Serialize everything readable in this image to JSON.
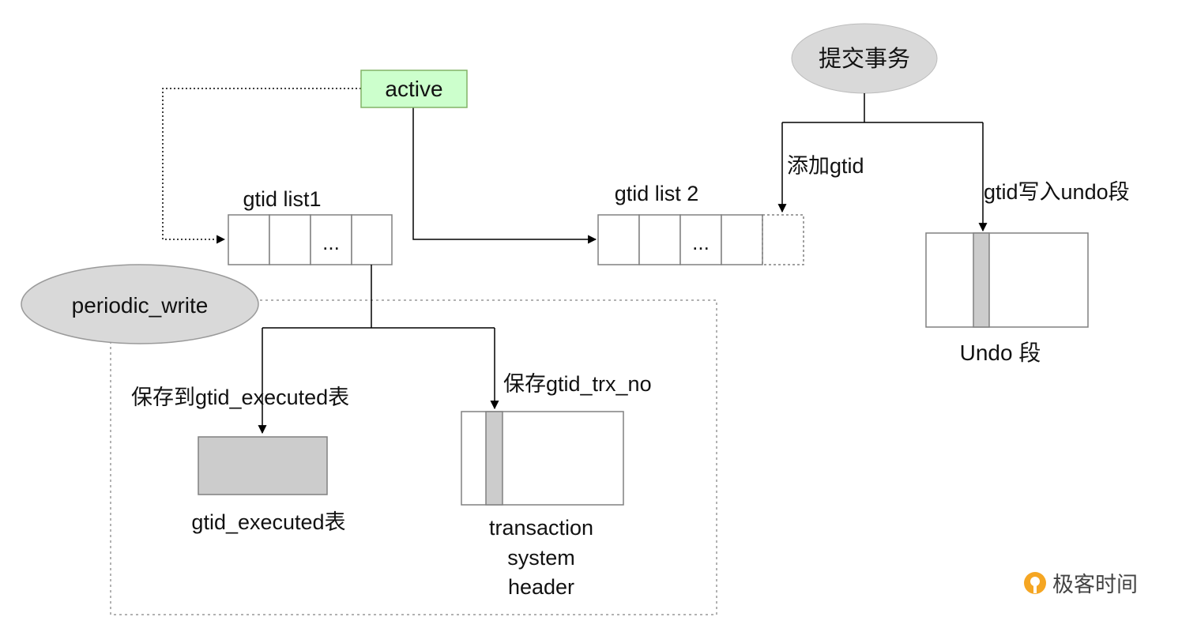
{
  "nodes": {
    "active": "active",
    "commit": "提交事务",
    "periodic_write": "periodic_write"
  },
  "lists": {
    "list1": {
      "title": "gtid list1",
      "ellipsis": "..."
    },
    "list2": {
      "title": "gtid list 2",
      "ellipsis": "..."
    }
  },
  "edge_labels": {
    "add_gtid": "添加gtid",
    "write_undo": "gtid写入undo段",
    "save_table": "保存到gtid_executed表",
    "save_trx_no": "保存gtid_trx_no"
  },
  "captions": {
    "undo": "Undo 段",
    "gtid_table": "gtid_executed表",
    "trx_header_lines": [
      "transaction",
      "system",
      "header"
    ]
  },
  "watermark": "极客时间",
  "colors": {
    "active_fill": "#ccffcc",
    "active_stroke": "#82b366",
    "ellipse_fill": "#d9d9d9",
    "slot_fill": "#cccccc",
    "stroke": "#808080",
    "line": "#000000",
    "watermark_orange": "#f5a623",
    "watermark_text": "#444444"
  }
}
